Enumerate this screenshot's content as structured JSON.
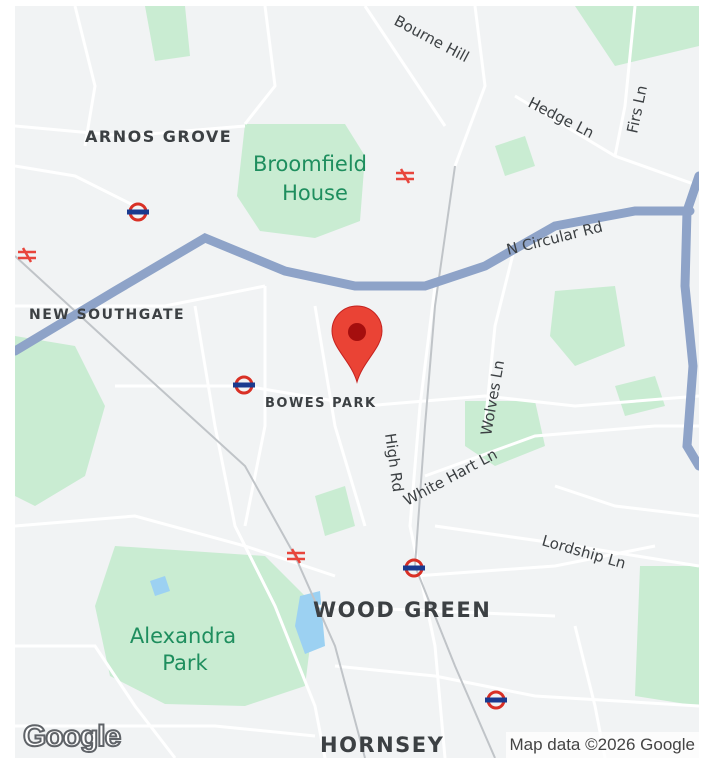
{
  "map": {
    "districts": [
      {
        "id": "arnos-grove",
        "label": "ARNOS GROVE"
      },
      {
        "id": "new-southgate",
        "label": "NEW SOUTHGATE"
      },
      {
        "id": "bowes-park",
        "label": "BOWES PARK"
      },
      {
        "id": "wood-green",
        "label": "WOOD GREEN"
      },
      {
        "id": "hornsey",
        "label": "HORNSEY"
      }
    ],
    "parks": [
      {
        "id": "broomfield-house-1",
        "label": "Broomfield"
      },
      {
        "id": "broomfield-house-2",
        "label": "House"
      },
      {
        "id": "alexandra-park-1",
        "label": "Alexandra"
      },
      {
        "id": "alexandra-park-2",
        "label": "Park"
      }
    ],
    "roads": [
      {
        "id": "bourne-hill",
        "label": "Bourne Hill"
      },
      {
        "id": "hedge-ln",
        "label": "Hedge Ln"
      },
      {
        "id": "firs-ln",
        "label": "Firs Ln"
      },
      {
        "id": "n-circular-rd",
        "label": "N Circular Rd"
      },
      {
        "id": "wolves-ln",
        "label": "Wolves Ln"
      },
      {
        "id": "high-rd",
        "label": "High Rd"
      },
      {
        "id": "white-hart-ln",
        "label": "White Hart Ln"
      },
      {
        "id": "lordship-ln",
        "label": "Lordship Ln"
      }
    ],
    "attribution": "Map data ©2026 Google",
    "logo": "Google",
    "colors": {
      "background": "#f1f3f4",
      "park": "#c9ecd2",
      "major_road": "#8ea3c8",
      "water": "#9cd1f2",
      "pin": "#ea4335",
      "pin_dot": "#a50e0e",
      "district_text": "#3c4043",
      "park_text": "#1e8e5e",
      "road_text": "#3c4043",
      "underground": "#d93025",
      "rail": "#e8453c"
    },
    "icons": {
      "pin": "map-pin-icon",
      "underground": "underground-station-icon",
      "rail": "rail-station-icon"
    }
  }
}
